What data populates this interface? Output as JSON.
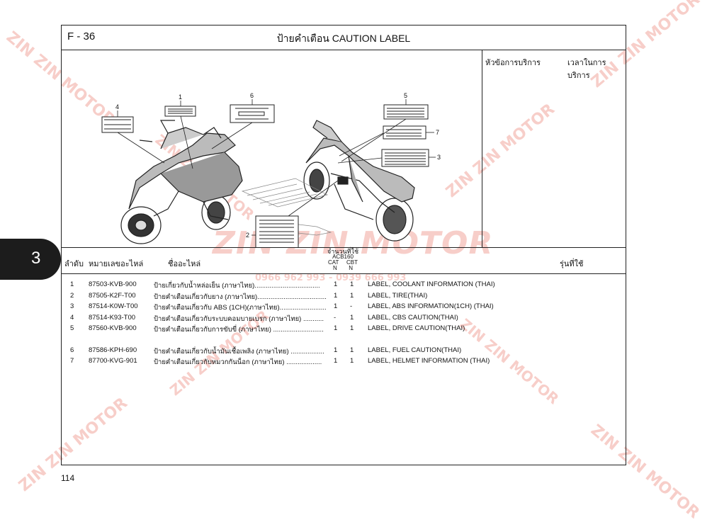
{
  "header": {
    "code": "F - 36",
    "title": "ป้ายคำเตือน  CAUTION LABEL"
  },
  "service": {
    "topic": "หัวข้อการบริการ",
    "time": "เวลาในการบริการ"
  },
  "callouts": [
    "1",
    "2",
    "3",
    "4",
    "5",
    "6",
    "7"
  ],
  "columns": {
    "no": "ลำดับ",
    "part_no": "หมายเลขอะไหล่",
    "name": "ชื่ออะไหล่",
    "qty": "จำนวนที่ใช้",
    "model": "ACB160",
    "cat": "CAT",
    "cbt": "CBT",
    "n1": "N",
    "n2": "N",
    "desc": "",
    "usage": "รุ่นที่ใช้"
  },
  "parts": [
    {
      "no": "1",
      "part": "87503-KVB-900",
      "name": "ป้ายเกี่ยวกับน้ำหล่อเย็น (ภาษาไทย)...................................",
      "cat": "1",
      "cbt": "1",
      "desc": "LABEL, COOLANT INFORMATION (THAI)"
    },
    {
      "no": "2",
      "part": "87505-K2F-T00",
      "name": "ป้ายคำเตือนเกี่ยวกับยาง (ภาษาไทย).....................................",
      "cat": "1",
      "cbt": "1",
      "desc": "LABEL, TIRE(THAI)"
    },
    {
      "no": "3",
      "part": "87514-K0W-T00",
      "name": "ป้ายคำเตือนเกี่ยวกับ ABS (1CH)(ภาษาไทย).........................",
      "cat": "1",
      "cbt": "-",
      "desc": "LABEL, ABS INFORMATION(1CH) (THAI)"
    },
    {
      "no": "4",
      "part": "87514-K93-T00",
      "name": "ป้ายคำเตือนเกี่ยวกับระบบคอมบายเบรก (ภาษาไทย) ...........",
      "cat": "-",
      "cbt": "1",
      "desc": "LABEL, CBS CAUTION(THAI)"
    },
    {
      "no": "5",
      "part": "87560-KVB-900",
      "name": "ป้ายคำเตือนเกี่ยวกับการขับขี่ (ภาษาไทย) ...........................",
      "cat": "1",
      "cbt": "1",
      "desc": "LABEL, DRIVE CAUTION(THAI)"
    },
    {
      "no": "6",
      "part": "87586-KPH-690",
      "name": "ป้ายคำเตือนเกี่ยวกับน้ำมันเชื้อเพลิง (ภาษาไทย) ..................",
      "cat": "1",
      "cbt": "1",
      "desc": "LABEL, FUEL CAUTION(THAI)"
    },
    {
      "no": "7",
      "part": "87700-KVG-901",
      "name": "ป้ายคำเตือนเกี่ยวกับหมวกกันน็อก (ภาษาไทย) ...................",
      "cat": "1",
      "cbt": "1",
      "desc": "LABEL, HELMET INFORMATION (THAI)"
    }
  ],
  "page_number": "114",
  "section_tab": "3",
  "watermark": {
    "brand": "ZIN ZIN MOTOR",
    "phone": "0966 962 993 - 0939 666 993",
    "color": "#e96a5a"
  }
}
